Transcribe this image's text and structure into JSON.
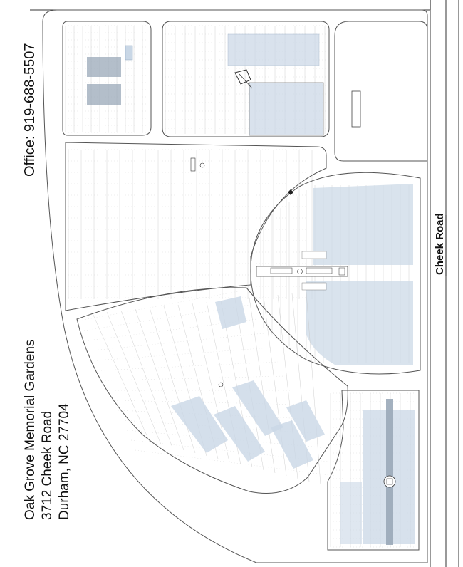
{
  "map": {
    "address": {
      "name": "Oak Grove Memorial Gardens",
      "street": "3712 Cheek Road",
      "city": "Durham, NC 27704"
    },
    "office": "Office: 919-688-5507",
    "road_label": "Cheek Road",
    "colors": {
      "background": "#ffffff",
      "road_line": "#333333",
      "section_outline": "#555555",
      "grid_line": "#b8b8b8",
      "sold_block": "#c9d7e6",
      "sold_block_border": "#8aa2bb",
      "marker": "#222222"
    }
  }
}
